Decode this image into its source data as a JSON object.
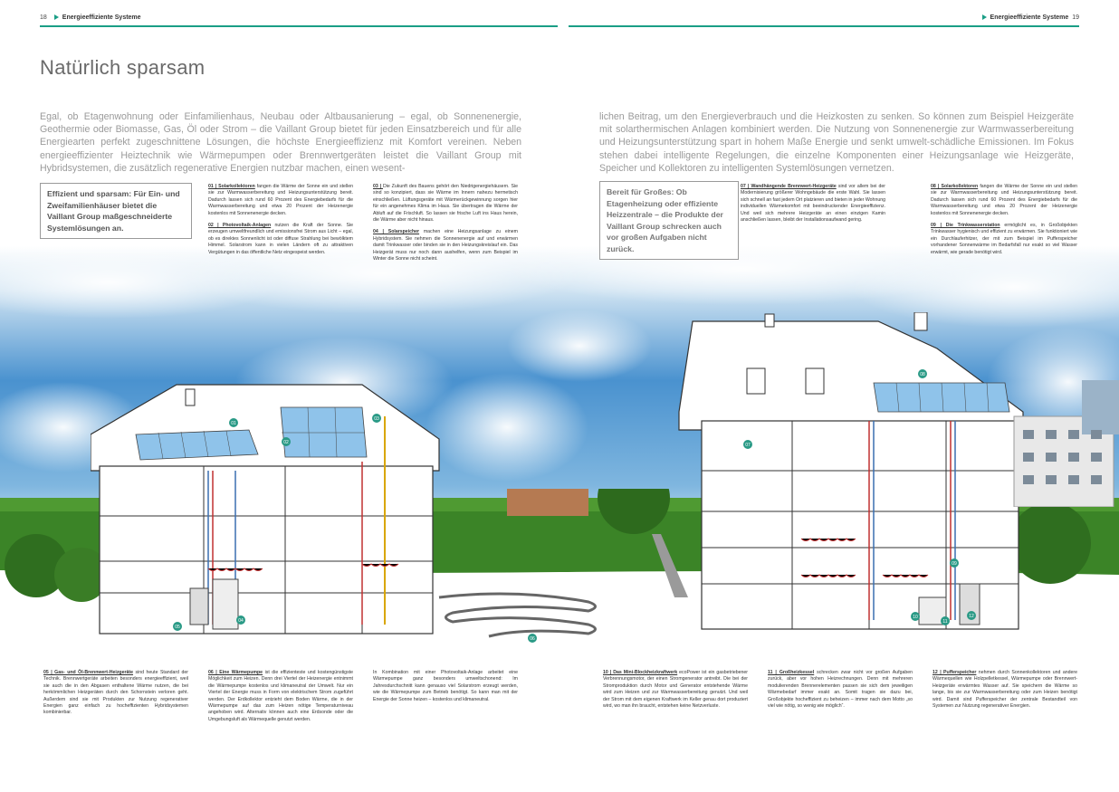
{
  "header": {
    "left_page": "18",
    "left_section": "Energieeffiziente Systeme",
    "right_section": "Energieeffiziente Systeme",
    "right_page": "19"
  },
  "title": "Natürlich sparsam",
  "intro": {
    "left": "Egal, ob Etagenwohnung oder Einfamilienhaus, Neubau oder Altbausanierung – egal, ob Sonnenenergie, Geothermie oder Biomasse, Gas, Öl oder Strom – die Vaillant Group bietet für jeden Einsatzbereich und für alle Energiearten perfekt zugeschnittene Lösungen, die höchste Energieeffizienz mit Komfort vereinen. Neben energieeffizienter Heiztechnik wie Wärmepumpen oder Brennwertgeräten leistet die Vaillant Group mit Hybridsystemen, die zusätzlich regenerative Energien nutzbar machen, einen wesent-",
    "right": "lichen Beitrag, um den Energieverbrauch und die Heizkosten zu senken. So können zum Beispiel Heizgeräte mit solarthermischen Anlagen kombiniert werden. Die Nutzung von Sonnenenergie zur Warmwasserbereitung und Heizungsunterstützung spart in hohem Maße Energie und senkt umwelt-schädliche Emissionen. Im Fokus stehen dabei intelligente Regelungen, die einzelne Komponenten einer Heizungsanlage wie Heizgeräte, Speicher und Kollektoren zu intelligenten Systemlösungen vernetzen."
  },
  "callouts": {
    "left": "Effizient und sparsam: Für Ein- und Zweifamilienhäuser bietet die Vaillant Group maßgeschneiderte Systemlösungen an.",
    "right": "Bereit für Großes: Ob Etagenheizung oder effiziente Heizzentrale – die Produkte der Vaillant Group schrecken auch vor großen Aufgaben nicht zurück."
  },
  "top_columns": {
    "c1": [
      {
        "lead": "01 | Solarkollektoren",
        "text": " fangen die Wärme der Sonne ein und stellen sie zur Warmwasserbereitung und Heizungsunterstützung bereit. Dadurch lassen sich rund 60 Prozent des Energiebedarfs für die Warmwasserbereitung und etwa 20 Prozent der Heizenergie kostenlos mit Sonnenenergie decken."
      },
      {
        "lead": "02 | Photovoltaik-Anlagen",
        "text": " nutzen die Kraft der Sonne. Sie erzeugen umweltfreundlich und emissionsfrei Strom aus Licht – egal, ob es direktes Sonnenlicht ist oder diffuse Strahlung bei bewölktem Himmel. Solarstrom kann in vielen Ländern oft zu attraktiven Vergütungen in das öffentliche Netz eingespeist werden."
      }
    ],
    "c2": [
      {
        "lead": "03 | ",
        "text": "Die Zukunft des Bauens gehört den Niedrigenergiehäusern. Sie sind so konzipiert, dass sie Wärme im Innern nahezu hermetisch einschließen. Lüftungsgeräte mit Wärmerückgewinnung sorgen hier für ein angenehmes Klima im Haus. Sie übertragen die Wärme der Abluft auf die Frischluft. So lassen sie frische Luft ins Haus herein, die Wärme aber nicht hinaus."
      },
      {
        "lead": "04 | Solarspeicher",
        "text": " machen eine Heizungsanlage zu einem Hybridsystem. Sie nehmen die Sonnenenergie auf und erwärmen damit Trinkwasser oder binden sie in den Heizungskreislauf ein. Das Heizgerät muss nur noch dann aushelfen, wenn zum Beispiel im Winter die Sonne nicht scheint."
      }
    ],
    "c3": [
      {
        "lead": "07 | Wandhängende Brennwert-Heizgeräte",
        "text": " sind vor allem bei der Modernisierung größerer Wohngebäude die erste Wahl. Sie lassen sich schnell an fast jedem Ort platzieren und bieten in jeder Wohnung individuellen Wärmekomfort mit beeindruckender Energieeffizienz. Und weil sich mehrere Heizgeräte an einen einzigen Kamin anschließen lassen, bleibt der Installationsaufwand gering."
      }
    ],
    "c4": [
      {
        "lead": "08 | Solarkollektoren",
        "text": " fangen die Wärme der Sonne ein und stellen sie zur Warmwasserbereitung und Heizungsunterstützung bereit. Dadurch lassen sich rund 60 Prozent des Energiebedarfs für die Warmwasserbereitung und etwa 20 Prozent der Heizenergie kostenlos mit Sonnenenergie decken."
      },
      {
        "lead": "09 | Die Trinkwasserstation",
        "text": " ermöglicht es, in Großobjekten Trinkwasser hygienisch und effizient zu erwärmen. Sie funktioniert wie ein Durchlauferhitzer, der mit zum Beispiel im Pufferspeicher vorhandener Sonnenwärme im Bedarfsfall nur exakt so viel Wasser erwärmt, wie gerade benötigt wird."
      }
    ]
  },
  "bottom_columns": {
    "b1": {
      "lead": "05 | Gas- und Öl-Brennwert-Heizgeräte",
      "text": " sind heute Standard der Technik. Brennwertgeräte arbeiten besonders energieeffizient, weil sie auch die in den Abgasen enthaltene Wärme nutzen, die bei herkömmlichen Heizgeräten durch den Schornstein verloren geht. Außerdem sind sie mit Produkten zur Nutzung regenerativer Energien ganz einfach zu hocheffizienten Hybridsystemen kombinierbar."
    },
    "b2": {
      "lead": "06 | Eine Wärmepumpe",
      "text": " ist die effizienteste und kostengünstigste Möglichkeit zum Heizen. Denn drei Viertel der Heizenergie entnimmt die Wärmepumpe kostenlos und klimaneutral der Umwelt. Nur ein Viertel der Energie muss in Form von elektrischem Strom zugeführt werden. Der Erdkollektor entzieht dem Boden Wärme, die in der Wärmepumpe auf das zum Heizen nötige Temperaturniveau angehoben wird. Alternativ können auch eine Erdsonde oder die Umgebungsluft als Wärmequelle genutzt werden."
    },
    "b3": {
      "lead": "",
      "text": "In Kombination mit einer Photovoltaik-Anlage arbeitet eine Wärmepumpe ganz besonders umweltschonend: Im Jahresdurchschnitt kann genauso viel Solarstrom erzeugt werden, wie die Wärmepumpe zum Betrieb benötigt. So kann man mit der Energie der Sonne heizen – kostenlos und klimaneutral."
    },
    "b4": {
      "lead": "10 | Das Mini-Blockheizkraftwerk",
      "text": " ecoPower ist ein gasbetriebener Verbrennungsmotor, der einen Stromgenerator antreibt. Die bei der Stromproduktion durch Motor und Generator entstehende Wärme wird zum Heizen und zur Warmwasserbereitung genutzt. Und weil der Strom mit dem eigenen Kraftwerk im Keller genau dort produziert wird, wo man ihn braucht, entstehen keine Netzverluste."
    },
    "b5": {
      "lead": "11 | Großheizkessel",
      "text": " schrecken zwar nicht vor großen Aufgaben zurück, aber vor hohen Heizrechnungen. Denn mit mehreren modulierenden Brennerelementen passen sie sich dem jeweiligen Wärmebedarf immer exakt an. Somit tragen sie dazu bei, Großobjekte hocheffizient zu beheizen – immer nach dem Motto „so viel wie nötig, so wenig wie möglich“."
    },
    "b6": {
      "lead": "12 | Pufferspeicher",
      "text": " nehmen durch Sonnenkollektoren und andere Wärmequellen wie Holzpelletkessel, Wärmepumpe oder Brennwert-Heizgeräte erwärmtes Wasser auf. Sie speichern die Wärme so lange, bis sie zur Warmwasserbereitung oder zum Heizen benötigt wird. Damit sind Pufferspeicher der zentrale Bestandteil von Systemen zur Nutzung regenerativer Energien."
    }
  },
  "markers": [
    "01",
    "02",
    "03",
    "04",
    "05",
    "06",
    "07",
    "08",
    "09",
    "10",
    "11",
    "12"
  ],
  "colors": {
    "accent": "#1a9e86",
    "marker": "#2a9a86",
    "sky_top": "#3f86c8",
    "grass": "#3d8a2c"
  }
}
